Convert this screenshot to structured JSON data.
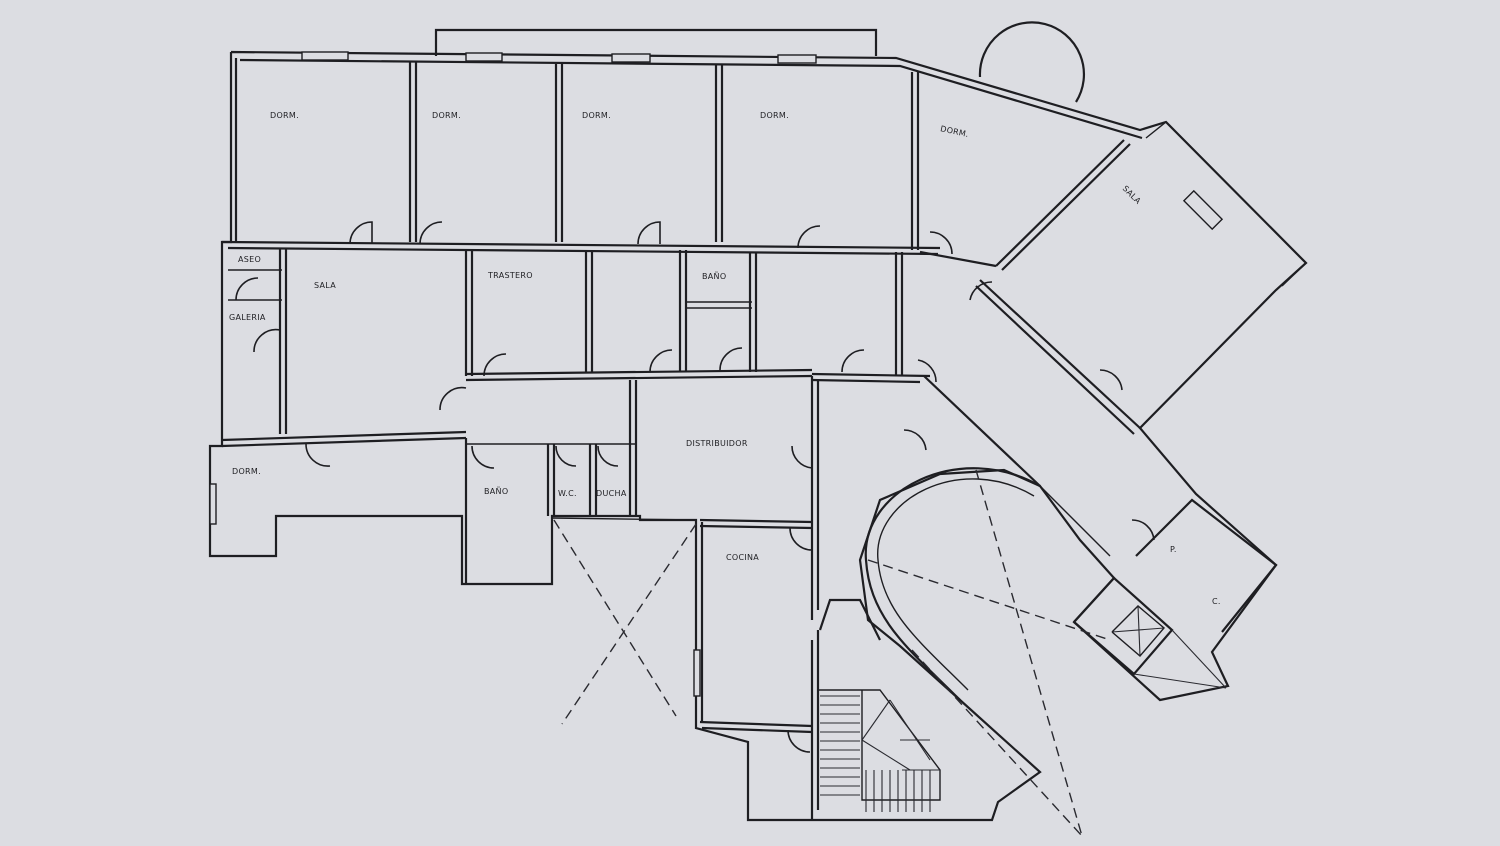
{
  "rooms": {
    "dorm_1": "DORM.",
    "dorm_2": "DORM.",
    "dorm_3": "DORM.",
    "dorm_4": "DORM.",
    "dorm_5": "DORM.",
    "dorm_6": "DORM.",
    "sala_1": "SALA",
    "sala_2": "SALA",
    "aseo": "ASEO",
    "galeria": "GALERIA",
    "trastero": "TRASTERO",
    "bano_1": "BAÑO",
    "bano_2": "BAÑO",
    "wc": "W.C.",
    "ducha": "DUCHA",
    "distribuidor": "DISTRIBUIDOR",
    "cocina": "COCINA",
    "lift_1": "P.",
    "lift_2": "C."
  },
  "colors": {
    "paper": "#dcdde2",
    "ink": "#1e1e22"
  }
}
